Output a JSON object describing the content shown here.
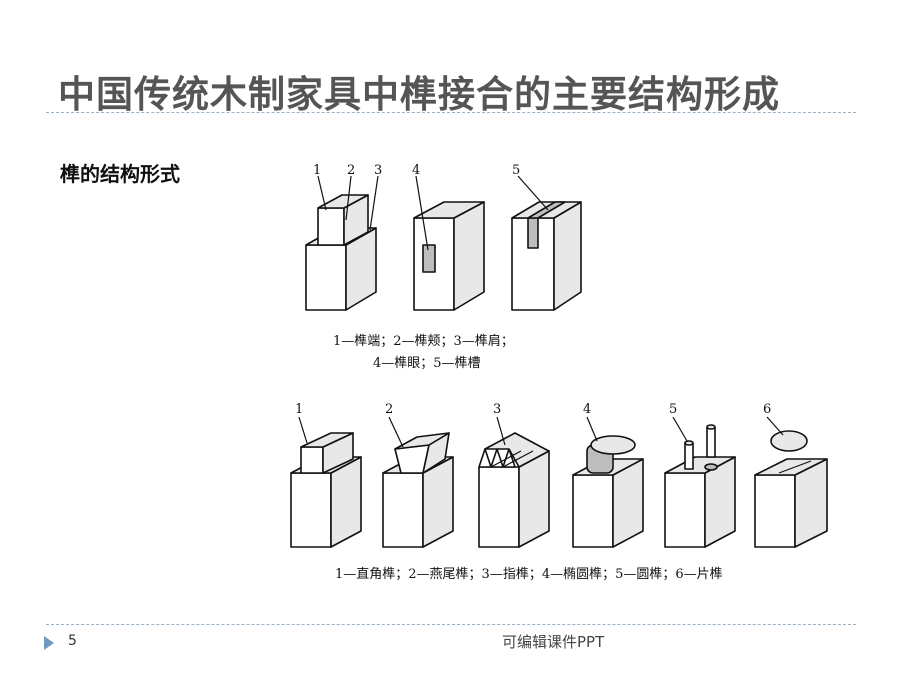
{
  "slide": {
    "title": "中国传统木制家具中榫接合的主要结构形成",
    "subtitle": "榫的结构形式",
    "page_number": "5",
    "footer": "可编辑课件PPT"
  },
  "figure_top": {
    "labels": [
      "1",
      "2",
      "3",
      "4",
      "5"
    ],
    "caption_line1": "1—榫端；2—榫颊；3—榫肩；",
    "caption_line2": "4—榫眼；5—榫槽"
  },
  "figure_bottom": {
    "labels": [
      "1",
      "2",
      "3",
      "4",
      "5",
      "6"
    ],
    "caption": "1—直角榫；2—燕尾榫；3—指榫；4—椭圆榫；5—圆榫；6—片榫"
  }
}
